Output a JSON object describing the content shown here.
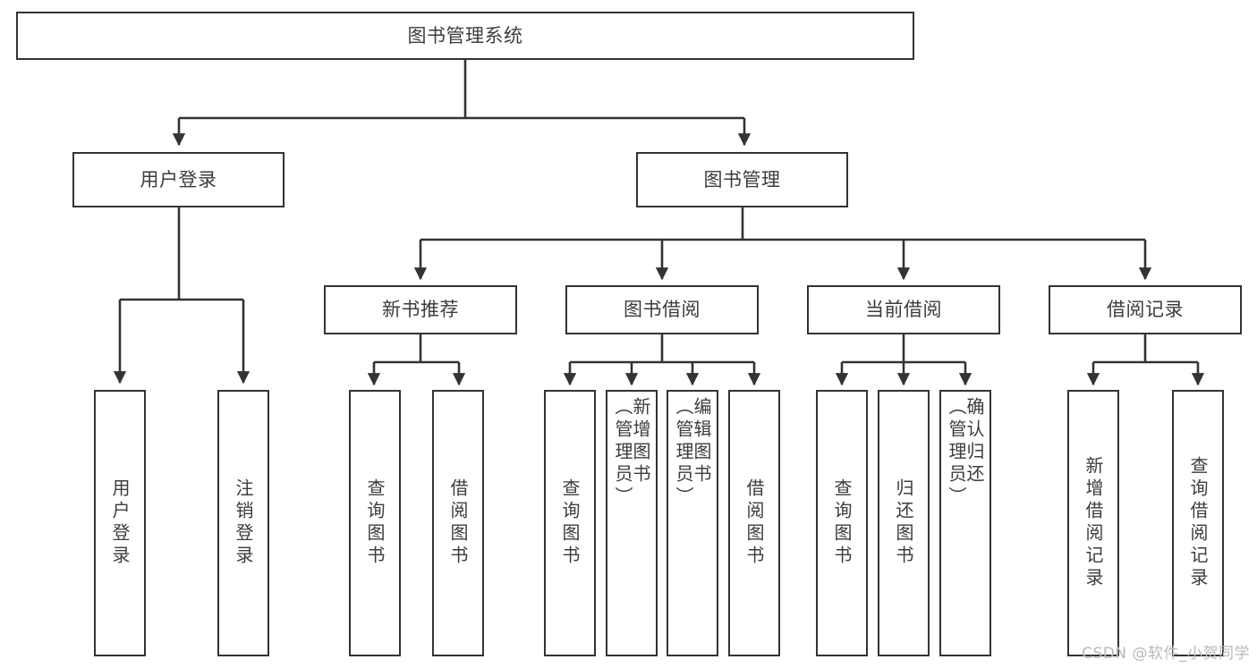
{
  "diagram": {
    "title": "图书管理系统",
    "type": "tree-hierarchy-chart",
    "colors": {
      "box_border": "#333333",
      "box_fill": "#ffffff",
      "connector": "#333333",
      "text": "#3c3c3c",
      "watermark": "#b9b9b9"
    },
    "root": {
      "label": "图书管理系统"
    },
    "level2": [
      {
        "label": "用户登录"
      },
      {
        "label": "图书管理"
      }
    ],
    "level3": [
      {
        "label": "新书推荐"
      },
      {
        "label": "图书借阅"
      },
      {
        "label": "当前借阅"
      },
      {
        "label": "借阅记录"
      }
    ],
    "leaves": {
      "user_login": [
        {
          "label": "用户登录"
        },
        {
          "label": "注销登录"
        }
      ],
      "new_book_recommend": [
        {
          "label": "查询图书"
        },
        {
          "label": "借阅图书"
        }
      ],
      "book_borrow": [
        {
          "label": "查询图书"
        },
        {
          "label": "新增图书\n（管理员）"
        },
        {
          "label": "编辑图书\n（管理员）"
        },
        {
          "label": "借阅图书"
        }
      ],
      "current_borrow": [
        {
          "label": "查询图书"
        },
        {
          "label": "归还图书"
        },
        {
          "label": "确认归还\n（管理员）"
        }
      ],
      "borrow_record": [
        {
          "label": "新增借阅记录"
        },
        {
          "label": "查询借阅记录"
        }
      ]
    }
  },
  "watermark": {
    "text": "CSDN @软件_小贺同学"
  }
}
